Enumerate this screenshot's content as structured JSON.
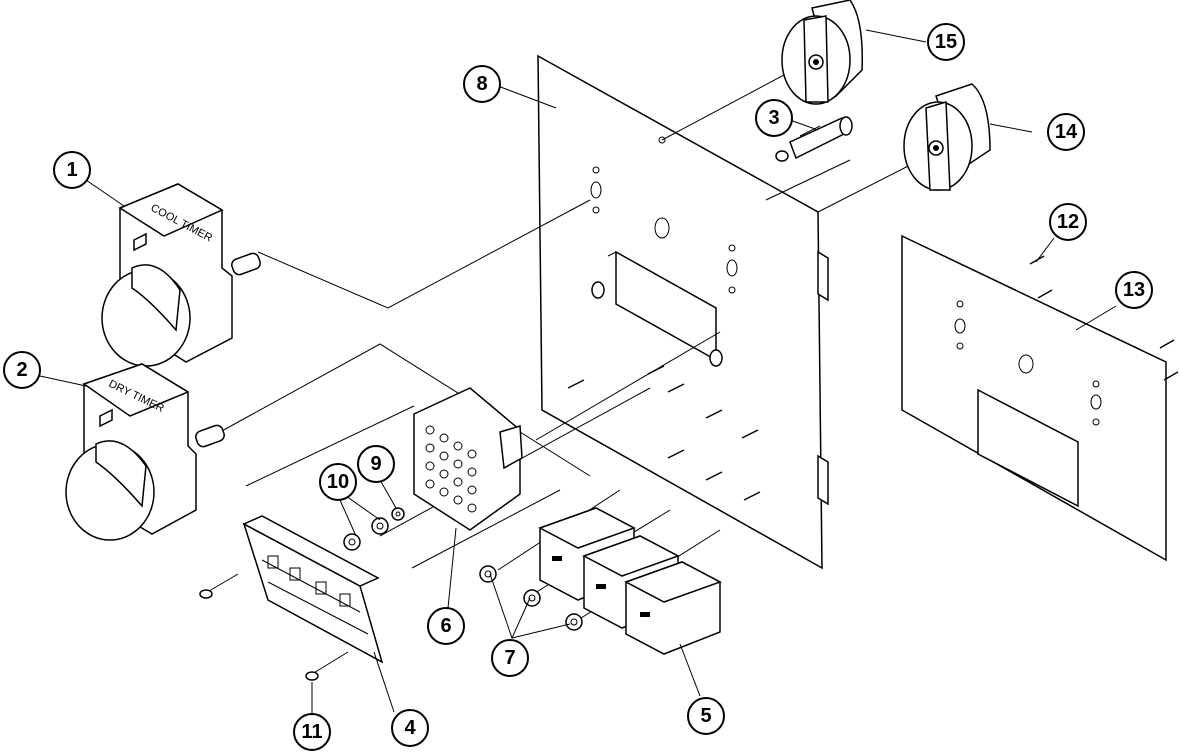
{
  "callouts": [
    "1",
    "2",
    "3",
    "4",
    "5",
    "6",
    "7",
    "8",
    "9",
    "10",
    "11",
    "12",
    "13",
    "14",
    "15"
  ],
  "part_labels": {
    "cool_timer": "COOL TIMER",
    "dry_timer": "DRY TIMER"
  }
}
